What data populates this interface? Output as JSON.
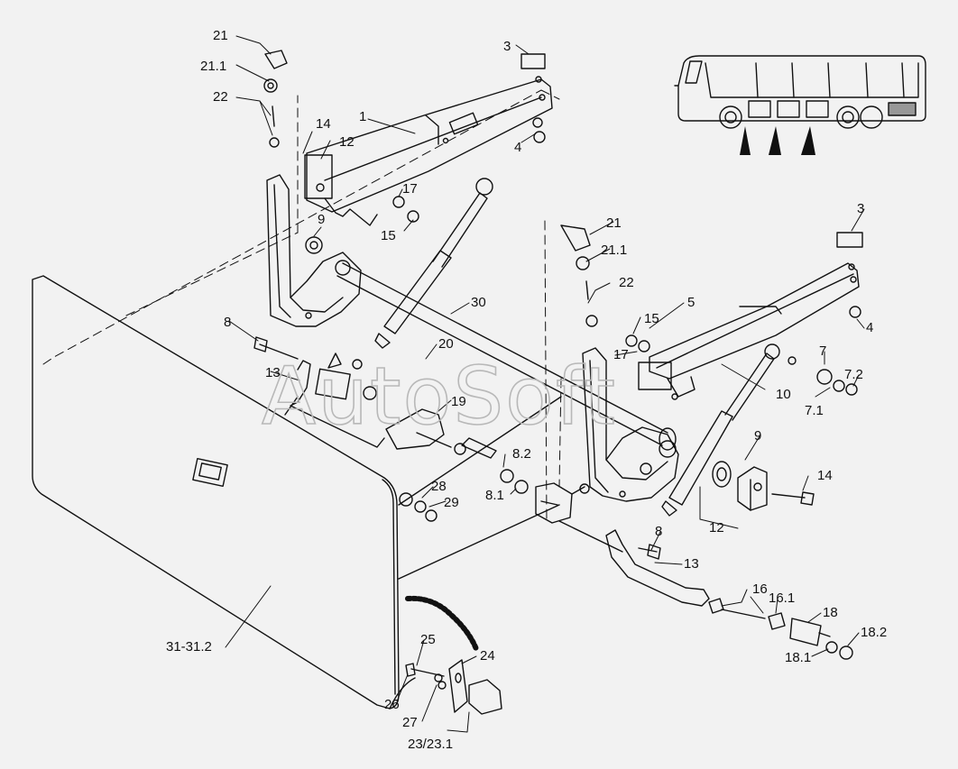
{
  "watermark": "AutoSoft",
  "callouts": [
    "21",
    "21.1",
    "22",
    "14",
    "12",
    "1",
    "3",
    "4",
    "17",
    "15",
    "9",
    "30",
    "5",
    "21",
    "21.1",
    "22",
    "3",
    "4",
    "15",
    "17",
    "7",
    "7.2",
    "7.1",
    "10",
    "9",
    "14",
    "12",
    "8",
    "13",
    "20",
    "19",
    "8.2",
    "8.1",
    "28",
    "29",
    "8",
    "13",
    "16",
    "16.1",
    "18",
    "18.2",
    "18.1",
    "25",
    "24",
    "26",
    "27",
    "23/23.1",
    "31-31.2"
  ],
  "colors": {
    "line": "#111111",
    "background": "#f2f2f2",
    "watermark": "#b8b8b8"
  },
  "icons": [
    "bus-side-view-icon",
    "arrow-up-icon"
  ]
}
